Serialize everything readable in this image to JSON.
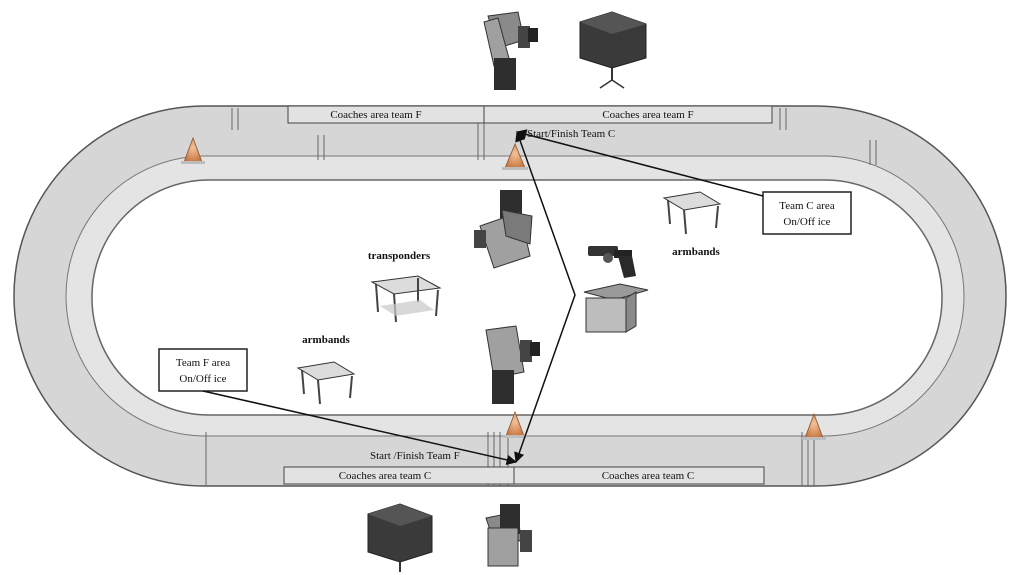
{
  "labels": {
    "coaches_top_left": "Coaches area team F",
    "coaches_top_right": "Coaches area team F",
    "coaches_bottom_left": "Coaches area team C",
    "coaches_bottom_right": "Coaches area team C",
    "start_finish_c": "Start/Finish Team C",
    "start_finish_f": "Start /Finish Team F",
    "team_c_area_line1": "Team C area",
    "team_c_area_line2": "On/Off ice",
    "team_f_area_line1": "Team F area",
    "team_f_area_line2": "On/Off ice",
    "transponders": "transponders",
    "armbands_right": "armbands",
    "armbands_left": "armbands"
  },
  "colors": {
    "track_outer": "#d9d9d9",
    "track_inner_lane": "#e6e6e6",
    "infield": "#ffffff",
    "outline": "#555555",
    "cone": "#e8a070",
    "table_top": "#dcdcdc",
    "camera_dark": "#333333"
  }
}
